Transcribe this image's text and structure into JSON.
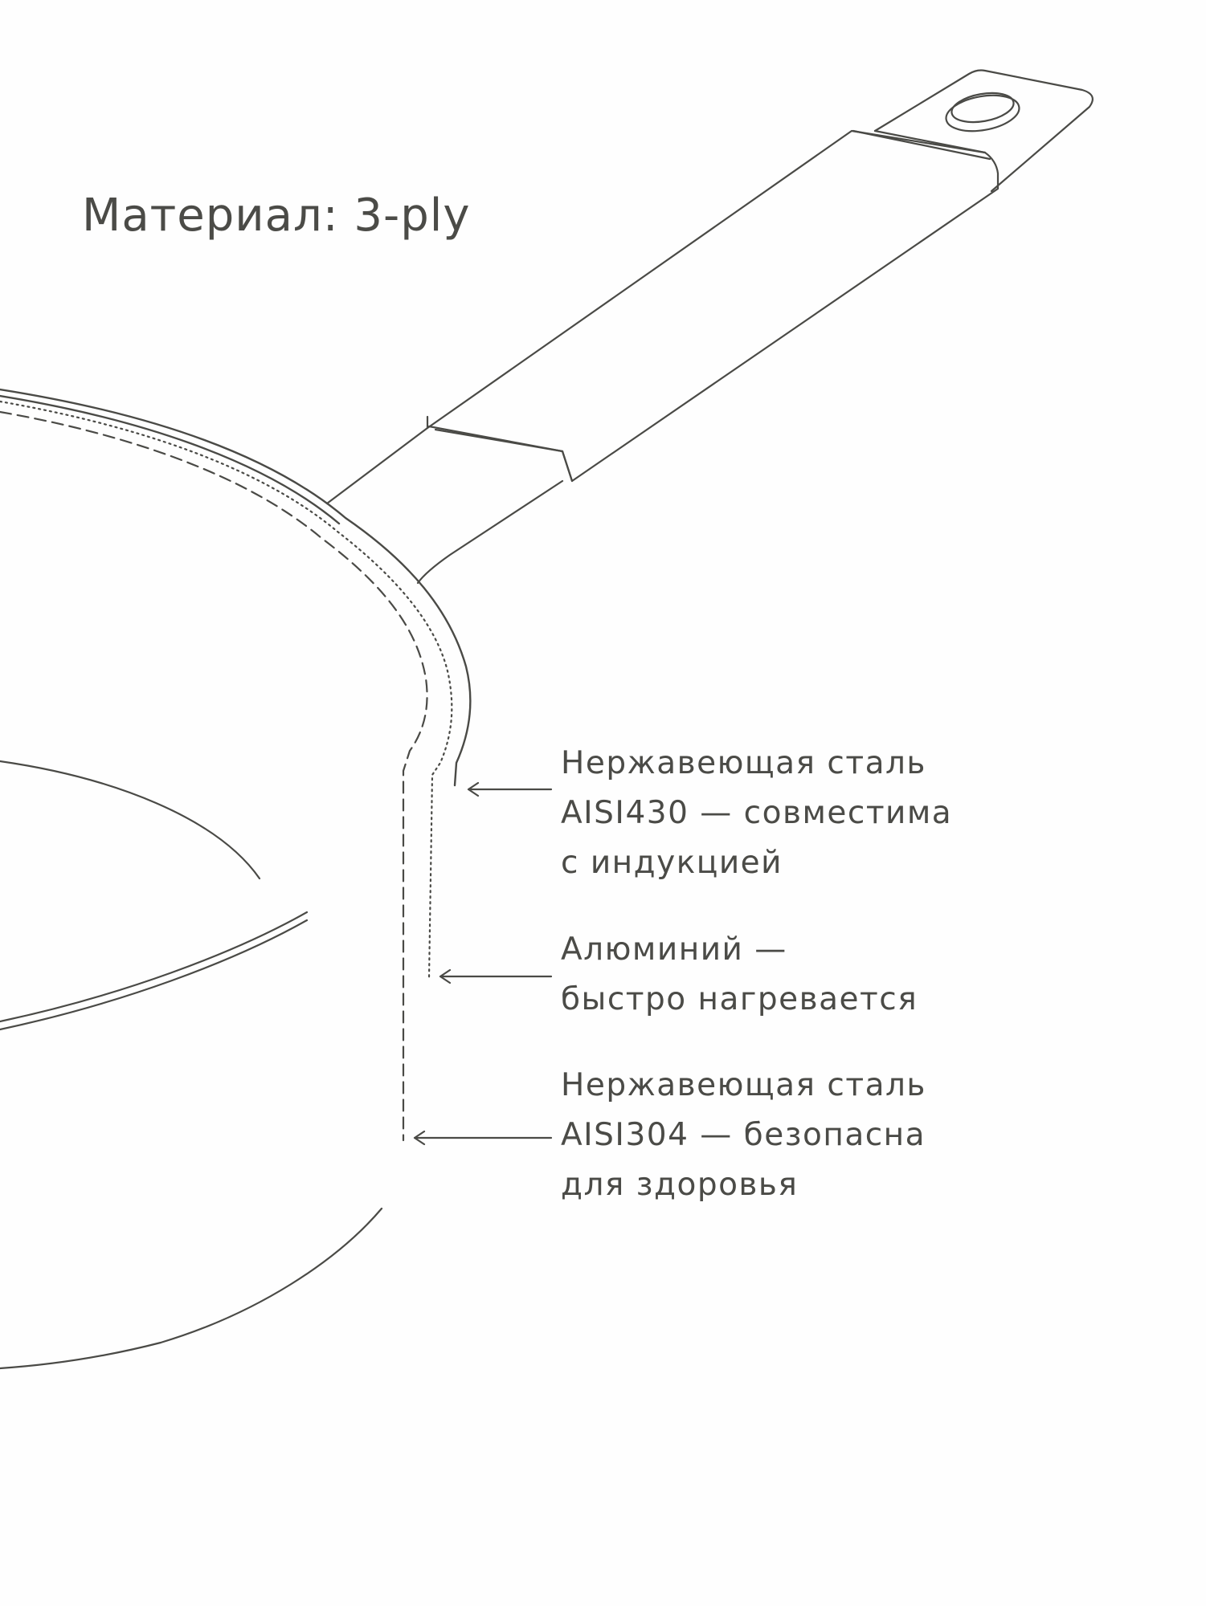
{
  "title": "Материал: 3-ply",
  "colors": {
    "background": "#fefefe",
    "line": "#4a4a46",
    "text": "#4b4b47"
  },
  "layers": [
    {
      "line_style": "solid",
      "lines": [
        "Нержавеющая сталь",
        "AISI430 — совместима",
        "с индукцией"
      ]
    },
    {
      "line_style": "dotted",
      "lines": [
        "Алюминий —",
        "быстро нагревается"
      ]
    },
    {
      "line_style": "dashed",
      "lines": [
        "Нержавеющая сталь",
        "AISI304 — безопасна",
        "для здоровья"
      ]
    }
  ]
}
